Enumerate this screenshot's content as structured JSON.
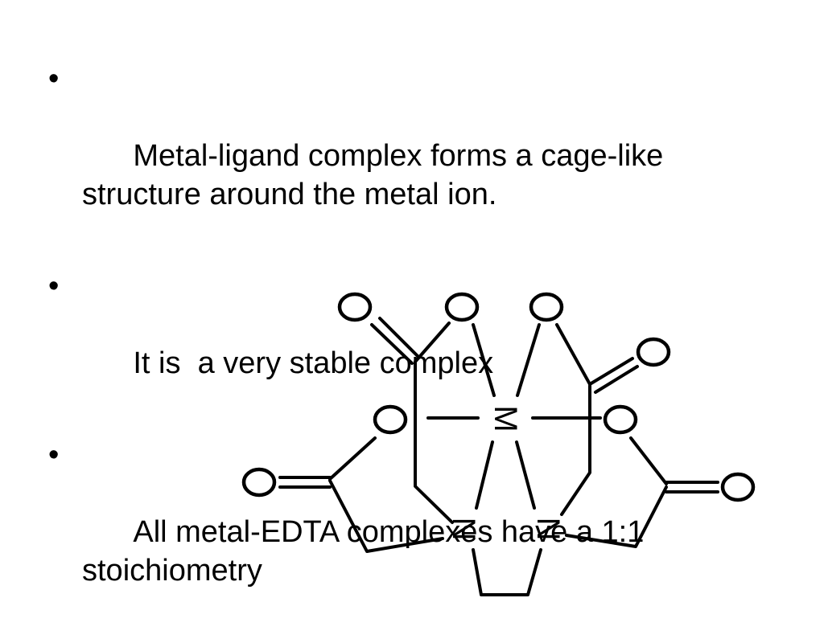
{
  "slide": {
    "bullet_symbol": "•",
    "bullets": [
      "Metal-ligand complex forms a cage-like structure around the metal ion.",
      "It is  a very stable complex",
      "All metal-EDTA complexes have a 1:1 stoichiometry"
    ]
  },
  "structure": {
    "metal_label": "M",
    "nitrogen_label": "N",
    "oxygen_label": "O"
  }
}
